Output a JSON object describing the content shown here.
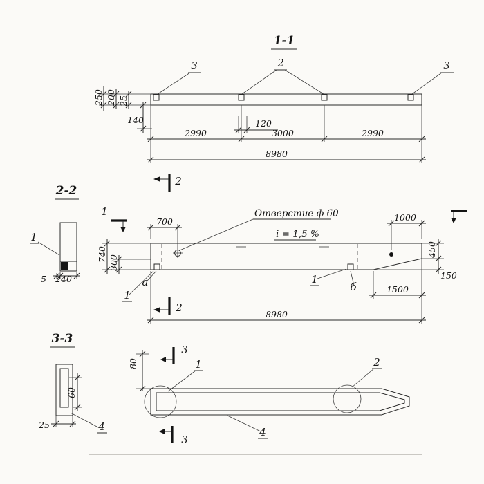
{
  "section_1_1": {
    "title": "1-1",
    "callout_plate_left": "3",
    "callout_plate_mid": "2",
    "callout_plate_right": "3",
    "dim_250": "250",
    "dim_200": "200",
    "dim_25": "25",
    "dim_140": "140",
    "dim_120": "120",
    "dim_span_left": "2990",
    "dim_span_mid": "3000",
    "dim_span_right": "2990",
    "dim_total": "8980"
  },
  "section_2_2": {
    "title": "2-2",
    "callout_1": "1",
    "dim_5": "5",
    "dim_240": "240"
  },
  "elevation": {
    "cut_2_top": "2",
    "cut_2_bottom": "2",
    "cut_1_left": "1",
    "hole_note": "Отверстие ф 60",
    "slope_note": "i = 1,5 %",
    "dim_700": "700",
    "dim_1000": "1000",
    "dim_740": "740",
    "dim_300": "300",
    "dim_450": "450",
    "dim_150": "150",
    "dim_1500": "1500",
    "dim_total": "8980",
    "node_a": "а",
    "node_b": "б",
    "callout_1_left": "1",
    "callout_1_right": "1"
  },
  "section_3_3": {
    "title": "3-3",
    "callout_4": "4",
    "dim_60": "60",
    "dim_25": "25"
  },
  "plan_view": {
    "cut_3_top": "3",
    "cut_3_bottom": "3",
    "callout_1": "1",
    "callout_2": "2",
    "callout_4": "4",
    "dim_80": "80"
  }
}
